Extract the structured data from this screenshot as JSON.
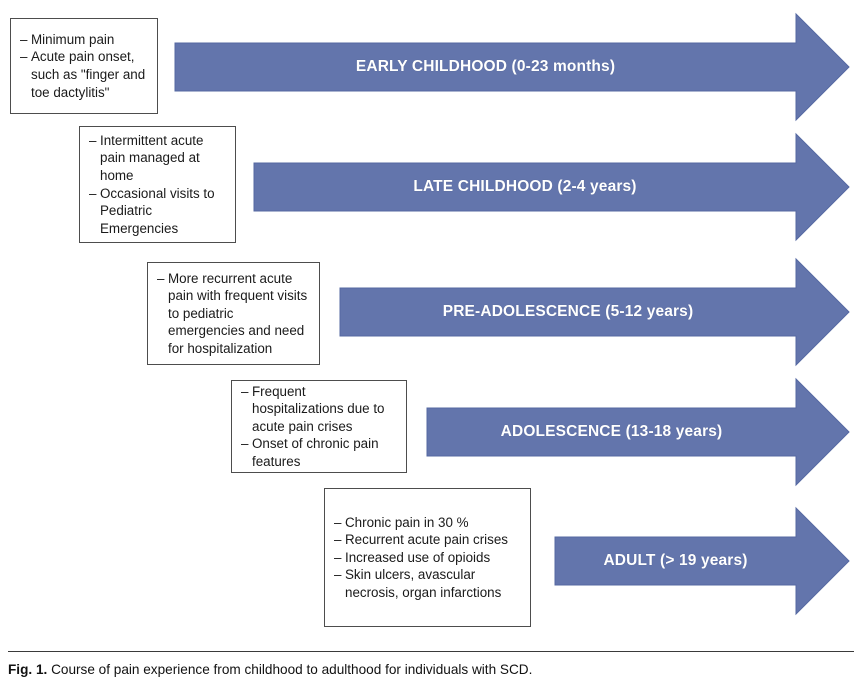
{
  "figure": {
    "caption_label": "Fig. 1.",
    "caption_text": "Course of pain experience from childhood to adulthood for individuals with SCD."
  },
  "colors": {
    "arrow_fill": "#6375AC",
    "arrow_stroke": "#4B5E99",
    "arrow_label_text": "#FFFFFF",
    "box_border": "#4D4D4D",
    "box_background": "#FFFFFF",
    "body_text": "#1A1A1A",
    "page_background": "#FFFFFF"
  },
  "stages": [
    {
      "id": "early-childhood",
      "arrow_label": "EARLY CHILDHOOD (0-23 months)",
      "bullets": [
        "Minimum pain",
        "Acute pain onset, such as \"finger and toe dactylitis\""
      ]
    },
    {
      "id": "late-childhood",
      "arrow_label": "LATE CHILDHOOD (2-4 years)",
      "bullets": [
        "Intermittent acute pain managed at home",
        "Occasional visits to Pediatric Emergencies"
      ]
    },
    {
      "id": "pre-adolescence",
      "arrow_label": "PRE-ADOLESCENCE (5-12 years)",
      "bullets": [
        "More recurrent acute pain with frequent visits to pediatric emergencies and need for hospitalization"
      ]
    },
    {
      "id": "adolescence",
      "arrow_label": "ADOLESCENCE (13-18 years)",
      "bullets": [
        "Frequent hospitalizations due to acute pain crises",
        "Onset of chronic pain features"
      ]
    },
    {
      "id": "adult",
      "arrow_label": "ADULT (> 19 years)",
      "bullets": [
        "Chronic pain in 30 %",
        "Recurrent acute pain crises",
        "Increased use of opioids",
        "Skin ulcers, avascular necrosis, organ infarctions"
      ]
    }
  ],
  "bullet_marker": "–"
}
